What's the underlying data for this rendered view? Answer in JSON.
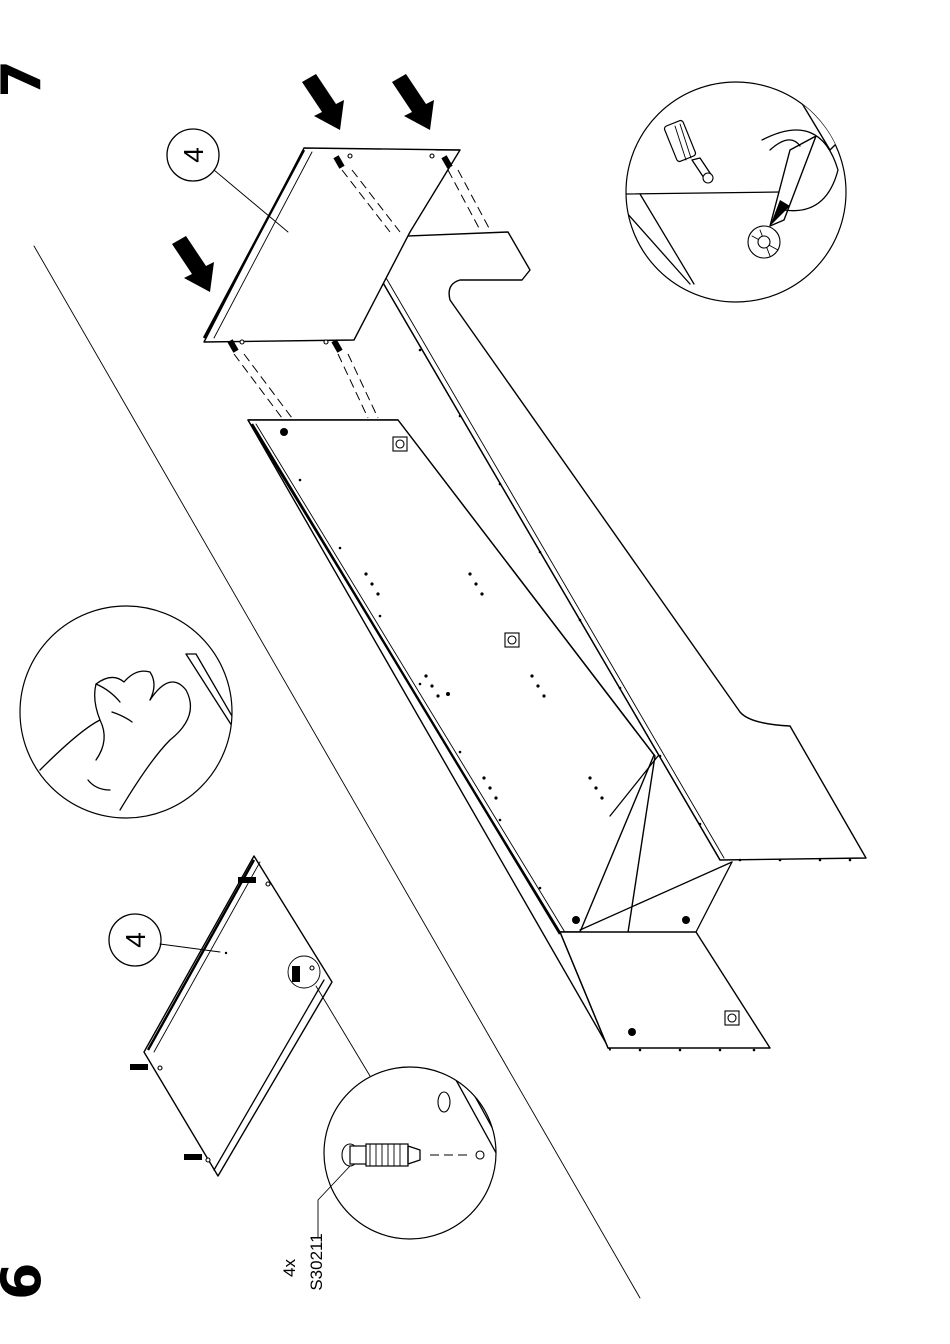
{
  "steps": [
    {
      "number": "6"
    },
    {
      "number": "7"
    }
  ],
  "part_callouts": {
    "step6_panel": "4",
    "step7_panel": "4"
  },
  "hardware": {
    "quantity": "4x",
    "code": "S30211"
  },
  "icons": {
    "arrows": "push-arrow-icon",
    "screwdriver": "screwdriver-icon",
    "hand": "hand-push-icon",
    "connector": "cam-dowel-connector-icon"
  },
  "colors": {
    "line": "#000000",
    "background": "#ffffff"
  }
}
